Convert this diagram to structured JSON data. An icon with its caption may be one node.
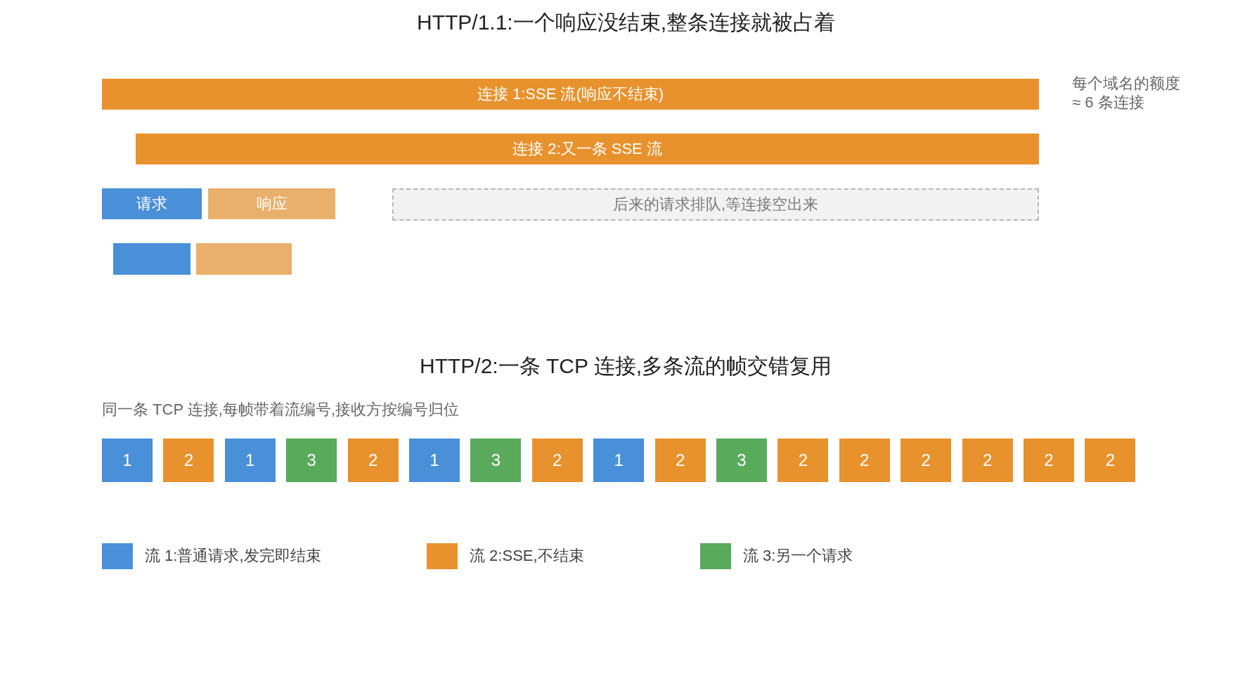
{
  "diagram": {
    "nodes": [
      {
        "text": [
          "连接 1:SSE 流(响应不结束)"
        ]
      },
      {
        "text": [
          "连接 2:又一条 SSE 流"
        ]
      },
      {
        "text": [
          "请求"
        ]
      },
      {
        "text": [
          "响应"
        ]
      },
      {
        "text": [
          "后来的请求排队,等连接空出来"
        ]
      },
      {
        "text": [],
        "shape": "box"
      },
      {
        "text": [],
        "shape": "box"
      },
      {
        "text": [
          "1"
        ]
      },
      {
        "text": [
          "2"
        ]
      },
      {
        "text": [
          "1"
        ]
      },
      {
        "text": [
          "3"
        ]
      },
      {
        "text": [
          "2"
        ]
      },
      {
        "text": [
          "1"
        ]
      },
      {
        "text": [
          "3"
        ]
      },
      {
        "text": [
          "2"
        ]
      },
      {
        "text": [
          "1"
        ]
      },
      {
        "text": [
          "2"
        ]
      },
      {
        "text": [
          "3"
        ]
      },
      {
        "text": [
          "2"
        ]
      },
      {
        "text": [
          "2"
        ]
      },
      {
        "text": [
          "2"
        ]
      },
      {
        "text": [
          "2"
        ]
      },
      {
        "text": [
          "2"
        ]
      },
      {
        "text": [
          "2"
        ]
      }
    ],
    "labels": [
      "HTTP/1.1:一个响应没结束,整条连接就被占着",
      "每个域名的额度 ≈ 6 条连接",
      "HTTP/2:一条 TCP 连接,多条流的帧交错复用",
      "同一条 TCP 连接,每帧带着流编号,接收方按编号归位"
    ],
    "legend": [
      {
        "text": "流 1:普通请求,发完即结束",
        "color": "#4a90d9"
      },
      {
        "text": "流 2:SSE,不结束",
        "color": "#e8922e"
      },
      {
        "text": "流 3:另一个请求",
        "color": "#5aaa5c"
      }
    ]
  }
}
